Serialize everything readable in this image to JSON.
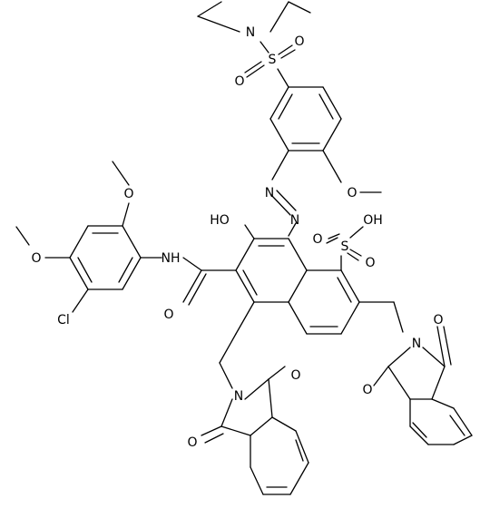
{
  "molecule": {
    "atom_labels": {
      "n_amine": "N",
      "s_sulfonamide": "S",
      "o_s1": "O",
      "o_s2": "O",
      "o_methoxy_top": "O",
      "n_azo1": "N",
      "n_azo2": "N",
      "oh": "HO",
      "nh": "NH",
      "o_amide": "O",
      "o_methoxy_left_top": "O",
      "o_methoxy_left": "O",
      "cl": "Cl",
      "so3h": "OH",
      "s_sulfo": "S",
      "o_sulfo1": "O",
      "o_sulfo2": "O",
      "n_imide_right": "N",
      "o_imide_r1": "O",
      "o_imide_r2": "O",
      "n_imide_bottom": "N",
      "o_imide_b1": "O",
      "o_imide_b2": "O"
    }
  }
}
